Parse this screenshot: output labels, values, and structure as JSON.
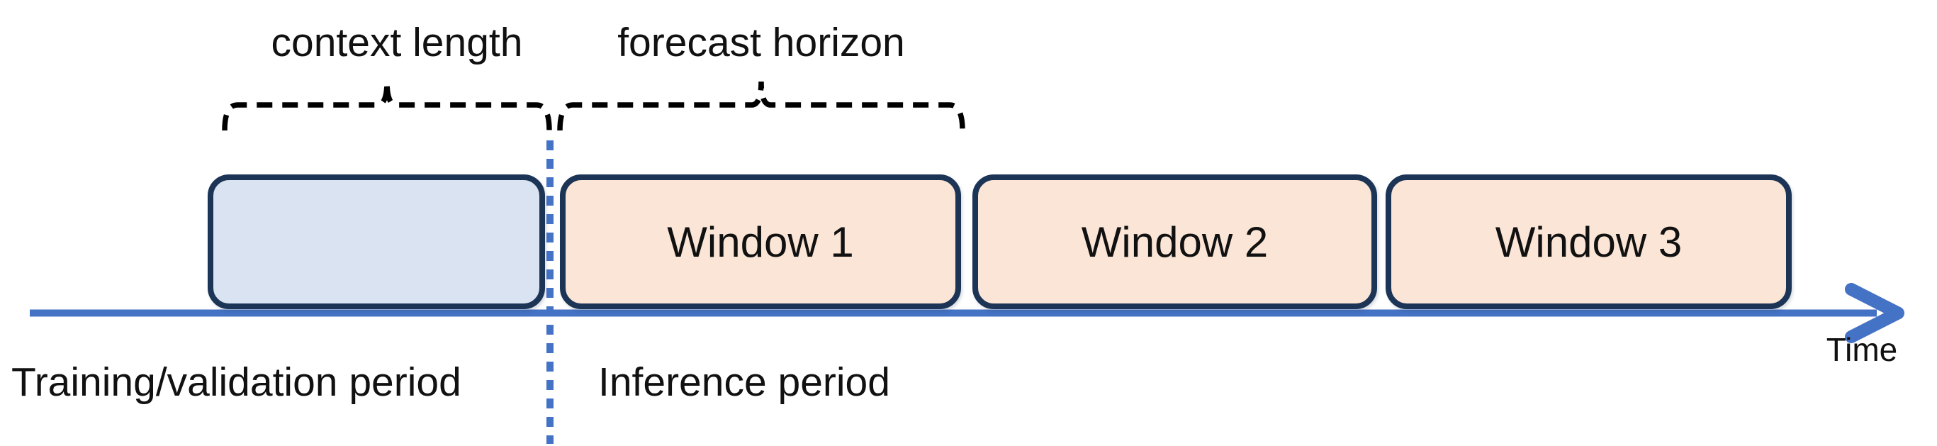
{
  "colors": {
    "context-fill": "#dae3f1",
    "window-fill": "#fbe5d6",
    "box-border": "#1c3557",
    "axis-blue": "#4472c4",
    "brace": "#000000",
    "text": "#111111"
  },
  "annotations": {
    "context_length": "context length",
    "forecast_horizon": "forecast horizon"
  },
  "context_box": {
    "label": ""
  },
  "windows": [
    {
      "label": "Window 1"
    },
    {
      "label": "Window 2"
    },
    {
      "label": "Window 3"
    }
  ],
  "periods": {
    "training": "Training/validation period",
    "inference": "Inference period"
  },
  "axis": {
    "label": "Time"
  }
}
